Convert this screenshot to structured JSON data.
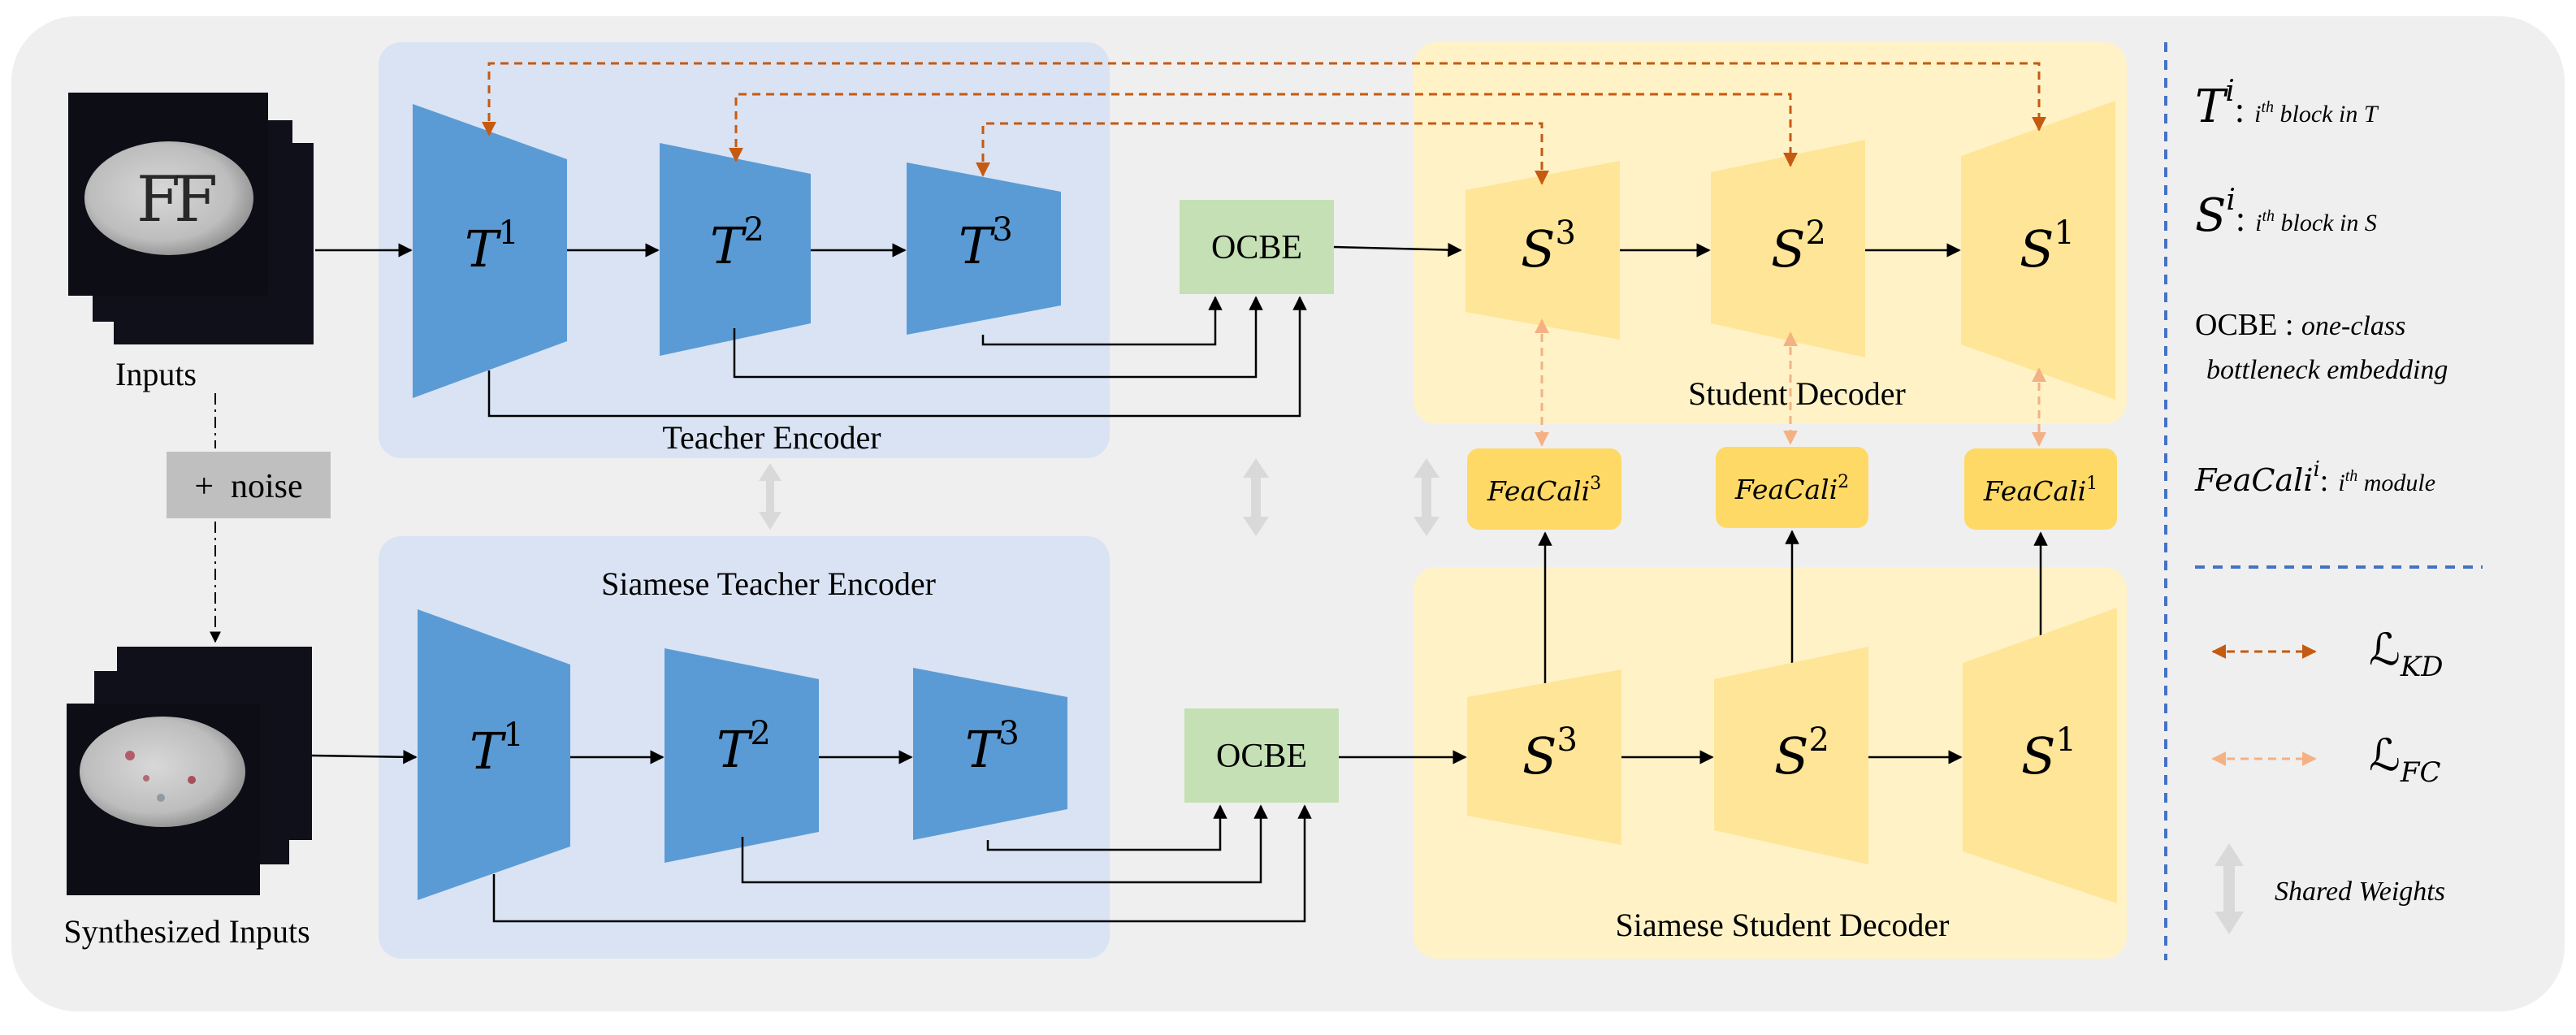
{
  "labels": {
    "inputs": "Inputs",
    "noise": "+  noise",
    "synthesized_inputs": "Synthesized Inputs",
    "teacher_encoder": "Teacher Encoder",
    "siamese_teacher_encoder": "Siamese Teacher Encoder",
    "student_decoder": "Student Decoder",
    "siamese_student_decoder": "Siamese Student Decoder",
    "ocbe": "OCBE"
  },
  "teacher_blocks": [
    {
      "base": "T",
      "sup": "1"
    },
    {
      "base": "T",
      "sup": "2"
    },
    {
      "base": "T",
      "sup": "3"
    }
  ],
  "student_blocks": [
    {
      "base": "S",
      "sup": "3"
    },
    {
      "base": "S",
      "sup": "2"
    },
    {
      "base": "S",
      "sup": "1"
    }
  ],
  "feacali": [
    {
      "base": "FeaCali",
      "sup": "3"
    },
    {
      "base": "FeaCali",
      "sup": "2"
    },
    {
      "base": "FeaCali",
      "sup": "1"
    }
  ],
  "legend": {
    "t_symbol": "T",
    "t_sup": "i",
    "t_colon": ":",
    "t_desc_sup": "th",
    "t_desc_pre": "i",
    "t_desc": " block in T",
    "s_symbol": "S",
    "s_sup": "i",
    "s_colon": ":",
    "s_desc_pre": "i",
    "s_desc_sup": "th",
    "s_desc": " block in S",
    "ocbe_abbr": "OCBE : ",
    "ocbe_desc_1": "one-class",
    "ocbe_desc_2": "bottleneck embedding",
    "fc_symbol": "FeaCali",
    "fc_sup": "i",
    "fc_colon": ":",
    "fc_desc_pre": "i",
    "fc_desc_sup": "th",
    "fc_desc": " module",
    "kd_symbol": "ℒ",
    "kd_sub": "KD",
    "fc_loss_symbol": "ℒ",
    "fc_loss_sub": "FC",
    "shared_weights": "Shared Weights"
  },
  "colors": {
    "background_panel": "#efefef",
    "encoder_panel": "#d9e3f3",
    "decoder_panel": "#fff2c7",
    "teacher_block": "#5b9bd5",
    "student_block": "#ffe597",
    "feacali_block": "#ffd966",
    "ocbe_block": "#c5e0b4",
    "noise_box": "#bfbfbf",
    "kd_arrow": "#c55a11",
    "fc_arrow": "#f4b183",
    "divider": "#4472c4",
    "shared_arrow": "#d9d9d9"
  }
}
